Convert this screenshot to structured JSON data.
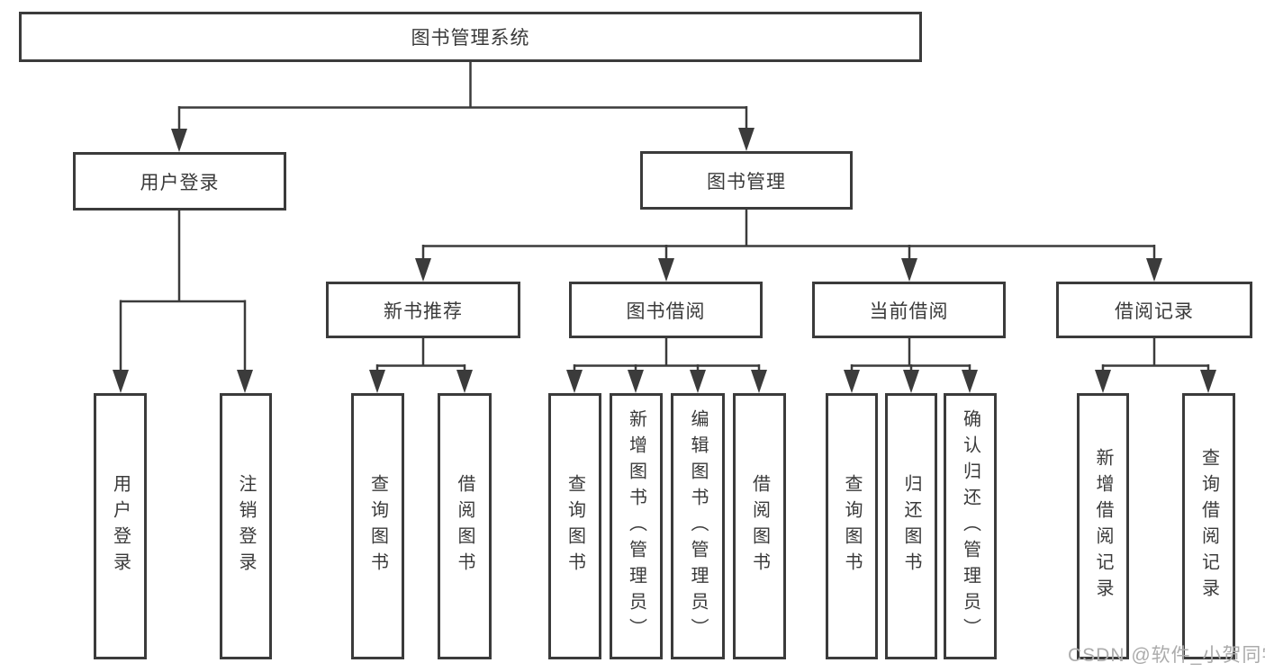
{
  "tree": {
    "label": "图书管理系统",
    "children": [
      {
        "label": "用户登录",
        "children": [
          {
            "label": "用户登录"
          },
          {
            "label": "注销登录"
          }
        ]
      },
      {
        "label": "图书管理",
        "children": [
          {
            "label": "新书推荐",
            "children": [
              {
                "label": "查询图书"
              },
              {
                "label": "借阅图书"
              }
            ]
          },
          {
            "label": "图书借阅",
            "children": [
              {
                "label": "查询图书"
              },
              {
                "label": "新增图书（管理员）"
              },
              {
                "label": "编辑图书（管理员）"
              },
              {
                "label": "借阅图书"
              }
            ]
          },
          {
            "label": "当前借阅",
            "children": [
              {
                "label": "查询图书"
              },
              {
                "label": "归还图书"
              },
              {
                "label": "确认归还（管理员）"
              }
            ]
          },
          {
            "label": "借阅记录",
            "children": [
              {
                "label": "新增借阅记录"
              },
              {
                "label": "查询借阅记录"
              }
            ]
          }
        ]
      }
    ]
  },
  "watermark": {
    "text": "CSDN @软件_小贺同学",
    "color": "#ababab"
  },
  "colors": {
    "line": "#3b3b3b",
    "box_border": "#3b3b3b",
    "text": "#3a3a3a",
    "background": "#ffffff"
  }
}
